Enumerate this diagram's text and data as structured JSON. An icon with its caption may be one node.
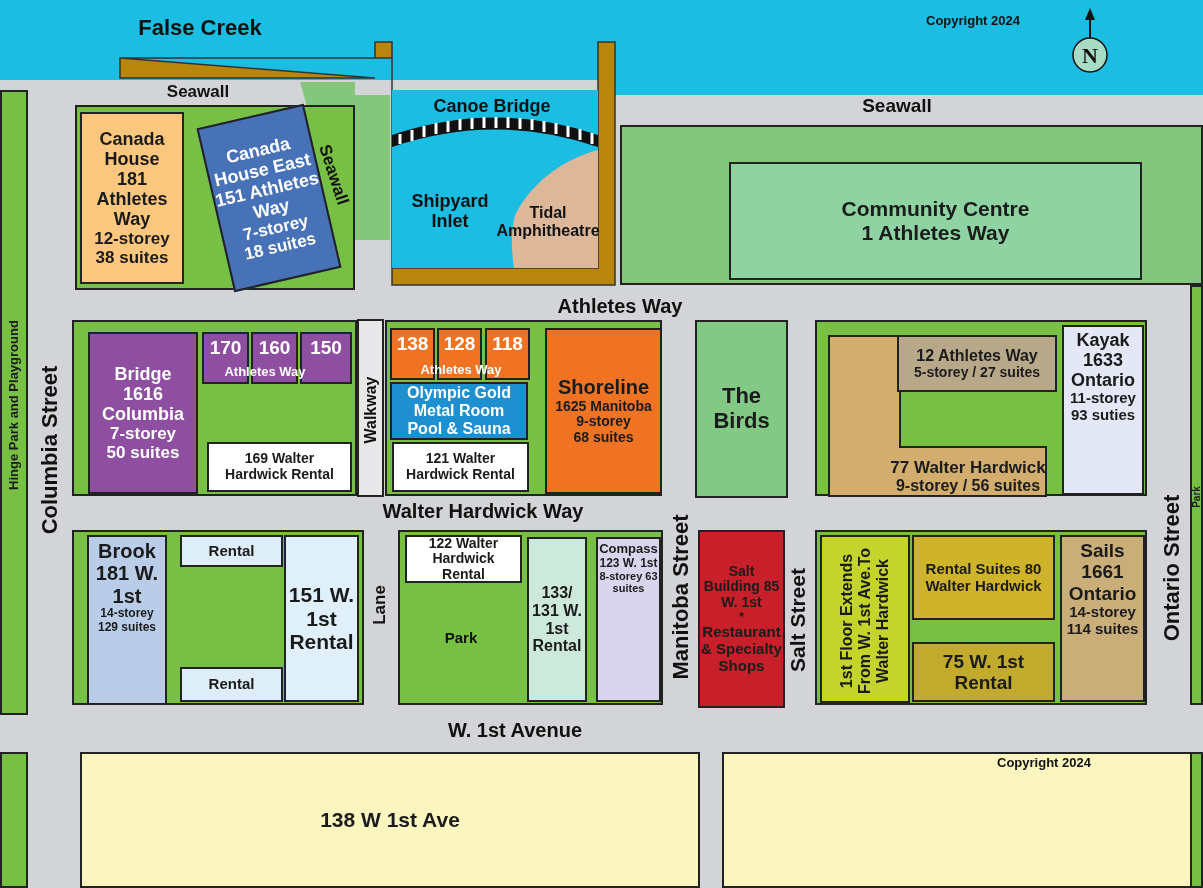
{
  "diagram": {
    "nodes": [
      {
        "text": [],
        "shape": "box"
      },
      {
        "text": [
          "Canada House",
          "181 Athletes Way",
          "12-storey",
          "38 suites"
        ],
        "in": 0
      },
      {
        "text": [
          "Canada House East",
          "151 Athletes Way",
          "7-storey",
          "18 suites"
        ],
        "in": 0
      },
      {
        "text": [],
        "shape": "box"
      },
      {
        "text": [
          "Community Centre",
          "1 Athletes Way"
        ],
        "in": 3
      },
      {
        "text": [],
        "shape": "box"
      },
      {
        "text": [
          "Bridge",
          "1616 Columbia",
          "7-storey",
          "50 suites"
        ],
        "in": 5
      },
      {
        "text": [
          "170"
        ],
        "in": 5
      },
      {
        "text": [
          "160"
        ],
        "in": 5
      },
      {
        "text": [
          "150"
        ],
        "in": 5
      },
      {
        "text": [
          "169 Walter Hardwick Rental"
        ],
        "in": 5
      },
      {
        "text": [],
        "shape": "box"
      },
      {
        "text": [
          "138"
        ],
        "in": 11
      },
      {
        "text": [
          "128"
        ],
        "in": 11
      },
      {
        "text": [
          "118"
        ],
        "in": 11
      },
      {
        "text": [
          "Olympic Gold Metal Room Pool & Sauna"
        ],
        "in": 11
      },
      {
        "text": [
          "121 Walter Hardwick Rental"
        ],
        "in": 11
      },
      {
        "text": [
          "Shoreline",
          "1625 Manitoba",
          "9-storey",
          "68 suites"
        ],
        "in": 11
      },
      {
        "text": [
          "The Birds"
        ]
      },
      {
        "text": [],
        "shape": "box"
      },
      {
        "text": [
          "77 Walter Hardwick",
          "9-storey / 56 suites"
        ],
        "in": 19
      },
      {
        "text": [
          "12 Athletes Way",
          "5-storey / 27 suites"
        ],
        "in": 19
      },
      {
        "text": [
          "Kayak 1633 Ontario",
          "11-storey 93 suties"
        ],
        "in": 19
      },
      {
        "text": [],
        "shape": "box"
      },
      {
        "text": [
          "Brook 181 W. 1st",
          "14-storey 129 suites"
        ],
        "in": 23
      },
      {
        "text": [
          "Rental"
        ],
        "in": 23
      },
      {
        "text": [
          "Rental"
        ],
        "in": 23
      },
      {
        "text": [
          "151 W. 1st Rental"
        ],
        "in": 23
      },
      {
        "text": [],
        "shape": "box"
      },
      {
        "text": [
          "122 Walter Hardwick Rental"
        ],
        "in": 28
      },
      {
        "text": [
          "133/ 131 W. 1st Rental"
        ],
        "in": 28
      },
      {
        "text": [
          "Compass",
          "123 W. 1st",
          "8-storey 63 suites"
        ],
        "in": 28
      },
      {
        "text": [
          "Salt Building 85 W. 1st",
          "*****",
          "Restaurant & Specialty Shops"
        ]
      },
      {
        "text": [],
        "shape": "box"
      },
      {
        "text": [
          "1st Floor Extends From W. 1st Ave.To Walter Hardwick"
        ],
        "in": 33
      },
      {
        "text": [
          "Rental Suites 80 Walter Hardwick"
        ],
        "in": 33
      },
      {
        "text": [
          "75 W. 1st Rental"
        ],
        "in": 33
      },
      {
        "text": [
          "Sails 1661 Ontario",
          "14-storey 114 suites"
        ],
        "in": 33
      },
      {
        "text": [
          "138 W 1st Ave"
        ]
      },
      {
        "text": [],
        "shape": "box"
      },
      {
        "text": [
          "Hinge Park and Playground"
        ]
      },
      {
        "text": [
          "Park"
        ]
      },
      {
        "text": [],
        "shape": "box"
      },
      {
        "text": [],
        "shape": "box"
      }
    ],
    "labels": [
      "False Creek",
      "Copyright 2024",
      "N",
      "Seawall",
      "Seawall",
      "Canoe Bridge",
      "Seawall",
      "Shipyard Inlet",
      "Tidal Amphitheatre",
      "Athletes Way",
      "Columbia Street",
      "Athletes Way",
      "Athletes Way",
      "Walkway",
      "Walter Hardwick Way",
      "Lane",
      "Park",
      "Manitoba Street",
      "Salt Street",
      "Ontario Street",
      "W. 1st Avenue",
      "Copyright 2024"
    ]
  }
}
